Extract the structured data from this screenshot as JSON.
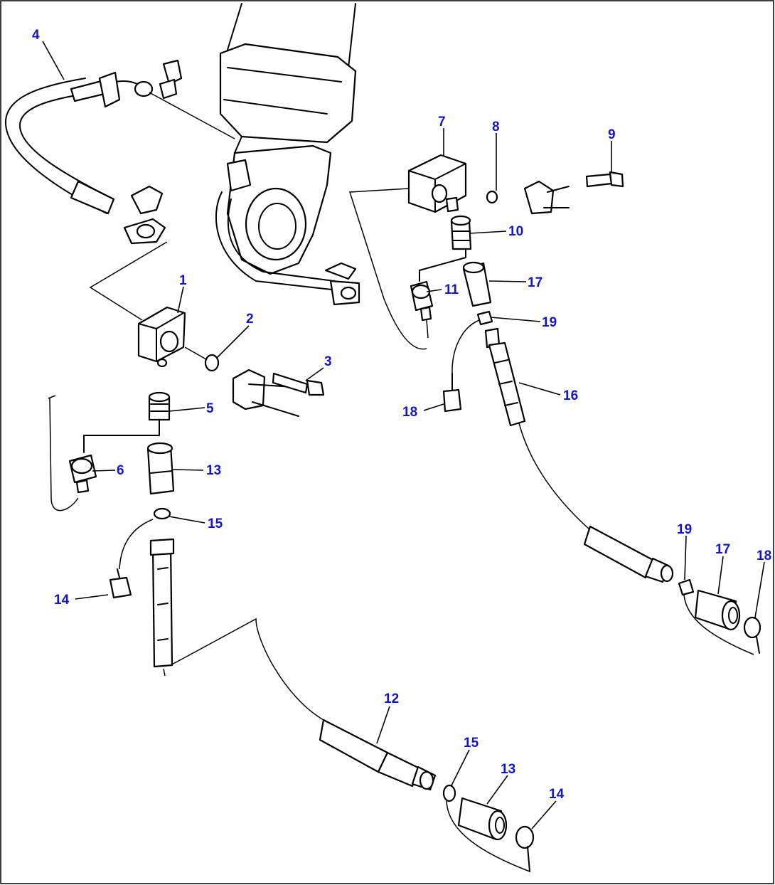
{
  "diagram": {
    "labels": {
      "p1": "1",
      "p2": "2",
      "p3": "3",
      "p4": "4",
      "p5": "5",
      "p6": "6",
      "p7": "7",
      "p8": "8",
      "p9": "9",
      "p10": "10",
      "p11": "11",
      "p12": "12",
      "p13a": "13",
      "p13b": "13",
      "p14a": "14",
      "p14b": "14",
      "p15a": "15",
      "p15b": "15",
      "p16": "16",
      "p17a": "17",
      "p17b": "17",
      "p18a": "18",
      "p18b": "18",
      "p19a": "19",
      "p19b": "19"
    },
    "colors": {
      "callout": "#1414c8",
      "line": "#000000",
      "background": "#ffffff"
    }
  }
}
